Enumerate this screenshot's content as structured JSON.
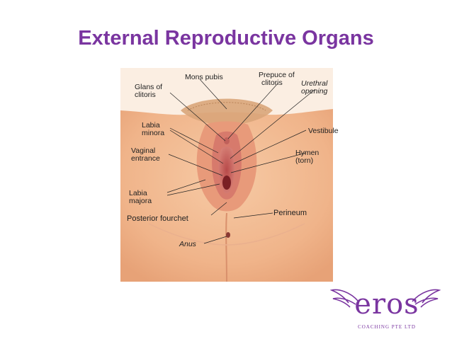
{
  "slide": {
    "title": "External Reproductive Organs",
    "title_color": "#7a35a0"
  },
  "diagram": {
    "labels": {
      "mons_pubis": "Mons pubis",
      "prepuce_l1": "Prepuce of",
      "prepuce_l2": "clitoris",
      "urethral_l1": "Urethral",
      "urethral_l2": "opening",
      "glans_l1": "Glans of",
      "glans_l2": "clitoris",
      "labia_minora_l1": "Labia",
      "labia_minora_l2": "minora",
      "vestibule": "Vestibule",
      "vaginal_l1": "Vaginal",
      "vaginal_l2": "entrance",
      "hymen": "Hymen (torn)",
      "labia_majora_l1": "Labia",
      "labia_majora_l2": "majora",
      "posterior_fourchet": "Posterior fourchet",
      "perineum": "Perineum",
      "anus": "Anus"
    }
  },
  "logo": {
    "word": "eros",
    "subtitle": "COACHING PTE LTD",
    "color": "#7a35a0"
  }
}
